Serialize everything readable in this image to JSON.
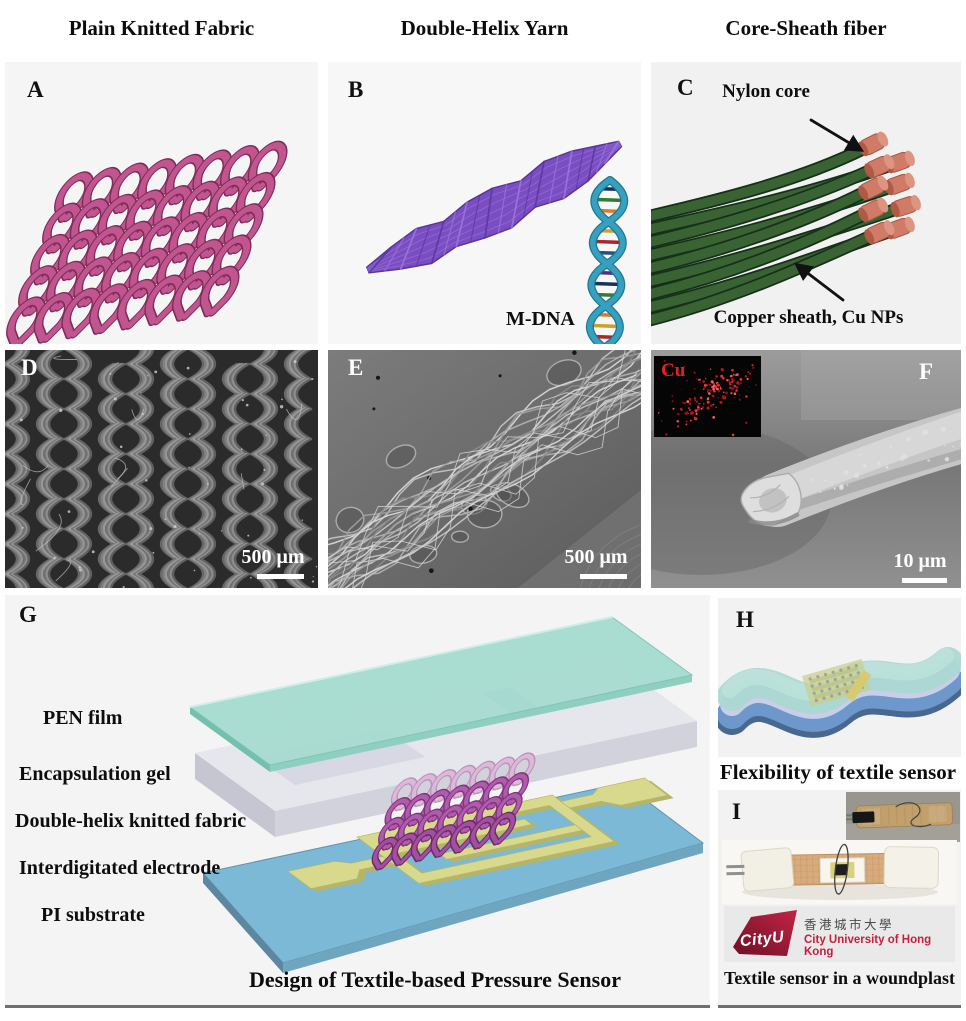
{
  "figure": {
    "headers": [
      {
        "label": "Plain Knitted Fabric"
      },
      {
        "label": "Double-Helix Yarn"
      },
      {
        "label": "Core-Sheath fiber"
      }
    ],
    "panels": {
      "a": {
        "letter": "A"
      },
      "b": {
        "letter": "B",
        "dna_label": "M-DNA"
      },
      "c": {
        "letter": "C",
        "arrow_label_top": "Nylon core",
        "arrow_label_bottom": "Copper sheath, Cu NPs"
      },
      "d": {
        "letter": "D",
        "scale_label": "500 μm"
      },
      "e": {
        "letter": "E",
        "scale_label": "500 μm"
      },
      "f": {
        "letter": "F",
        "inset_label": "Cu",
        "scale_label": "10 μm"
      },
      "g": {
        "letter": "G",
        "layer_labels": [
          "PEN film",
          "Encapsulation gel",
          "Double-helix knitted fabric",
          "Interdigitated electrode",
          "PI substrate"
        ],
        "caption": "Design of Textile-based Pressure Sensor"
      },
      "h": {
        "letter": "H",
        "caption": "Flexibility of textile sensor"
      },
      "i": {
        "letter": "I",
        "caption": "Textile sensor in a woundplast",
        "logo": {
          "wordmark": "CityU",
          "name_zh": "香港城市大學",
          "name_en": "City University of Hong Kong"
        }
      }
    },
    "colors": {
      "panel_bg": "#f4f4f4",
      "knit_pink": "#c05590",
      "knit_pink_dark": "#7e2c56",
      "yarn_purple": "#7a4ec2",
      "yarn_purple_dark": "#59369b",
      "yarn_purple_light": "#9b78da",
      "dna_teal": "#35a0bf",
      "dna_teal_dark": "#23768f",
      "fiber_green": "#3a6334",
      "fiber_green_dark": "#16301a",
      "tip_salmon": "#cf7b67",
      "pen_film_teal": "#a7dcd1",
      "gel_gray": "#e4e4ec",
      "electrode_yellow": "#d8d98c",
      "substrate_blue": "#7cb9d6",
      "fabric_purple": "#b05bad",
      "sensor_blue": "#6e97cc",
      "sensor_teal": "#a8d7d0",
      "cu_red": "#e02222",
      "logo_red": "#a81e3c",
      "logo_text_red": "#c41f3e"
    }
  }
}
